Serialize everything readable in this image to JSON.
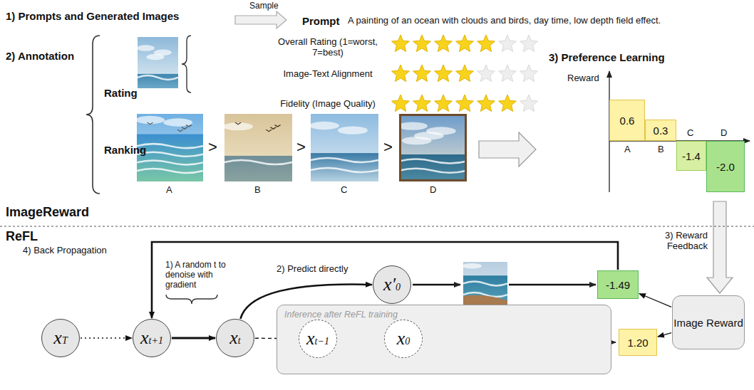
{
  "diagram": {
    "nodes": [
      {
        "text": [
          "0.6"
        ]
      },
      {
        "text": [
          "0.3"
        ]
      },
      {
        "text": [
          "-1.4"
        ]
      },
      {
        "text": [
          "-2.0"
        ]
      },
      {
        "text": [
          "xT"
        ]
      },
      {
        "text": [
          "xt+1"
        ]
      },
      {
        "text": [
          "xt"
        ]
      },
      {
        "text": [
          "x′0"
        ]
      },
      {
        "text": [
          "-1.49"
        ]
      },
      {
        "text": [
          "Inference after ReFL training"
        ]
      },
      {
        "text": [
          "xt−1"
        ],
        "in": 9
      },
      {
        "text": [
          "x0"
        ],
        "in": 9
      },
      {
        "text": [
          "1.20"
        ]
      },
      {
        "text": [
          "Image Reward"
        ]
      }
    ],
    "edges": [
      {
        "from": 4,
        "to": 5,
        "arrow": "to"
      },
      {
        "from": 5,
        "to": 6,
        "arrow": "to"
      },
      {
        "from": 6,
        "to": 7,
        "arrow": "to",
        "label": "2) Predict directly"
      },
      {
        "from": 6,
        "to": 10,
        "arrow": "to"
      },
      {
        "from": 10,
        "to": 11,
        "arrow": "to"
      },
      {
        "from": 8,
        "to": 5,
        "arrow": "to",
        "label": "4) Back Propagation"
      },
      {
        "from": 13,
        "to": 8,
        "arrow": "to"
      },
      {
        "from": 13,
        "to": 12,
        "arrow": "to"
      }
    ],
    "labels": [
      "1) Prompts and Generated Images",
      "Sample",
      "Prompt",
      "A painting of an ocean with clouds and birds, day time, low depth field effect.",
      "2) Annotation",
      "Rating",
      "Overall Rating (1=worst, 7=best)",
      "Image-Text Alignment",
      "Fidelity (Image Quality)",
      "Ranking",
      ">",
      ">",
      ">",
      "A",
      "B",
      "C",
      "D",
      "3) Preference Learning",
      "Reward",
      "A",
      "B",
      "C",
      "D",
      "ImageReward",
      "ReFL",
      "1) A random t to denoise with gradient",
      "3) Reward Feedback"
    ]
  }
}
